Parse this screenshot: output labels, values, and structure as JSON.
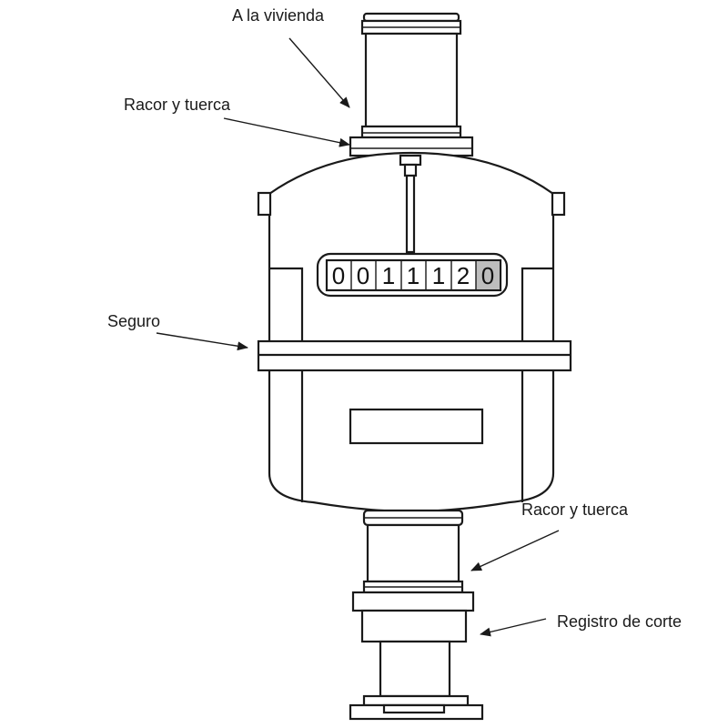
{
  "labels": {
    "to_house": "A la vivienda",
    "coupling_top": "Racor y tuerca",
    "lock": "Seguro",
    "coupling_bottom": "Racor y tuerca",
    "shutoff_valve": "Registro de corte"
  },
  "counter": {
    "digits": [
      "0",
      "0",
      "1",
      "1",
      "1",
      "2",
      "0"
    ],
    "highlight_last_color": "#bdbdbd"
  },
  "colors": {
    "line": "#1a1a1a",
    "background": "#ffffff"
  }
}
